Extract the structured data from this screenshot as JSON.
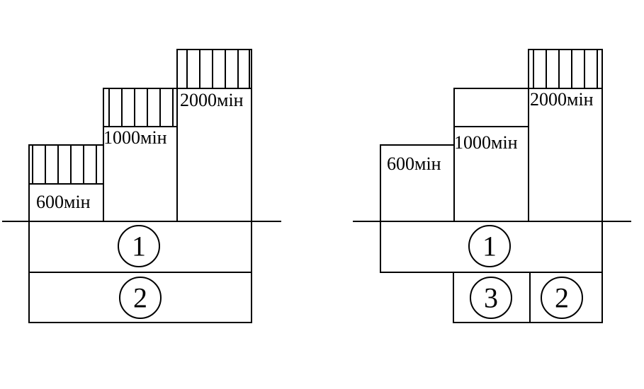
{
  "left_diagram": {
    "labels": [
      "600мін",
      "1000мін",
      "2000мін"
    ],
    "circles": [
      "1",
      "2"
    ]
  },
  "right_diagram": {
    "labels": [
      "600мін",
      "1000мін",
      "2000мін"
    ],
    "circles": [
      "1",
      "3",
      "2"
    ]
  }
}
